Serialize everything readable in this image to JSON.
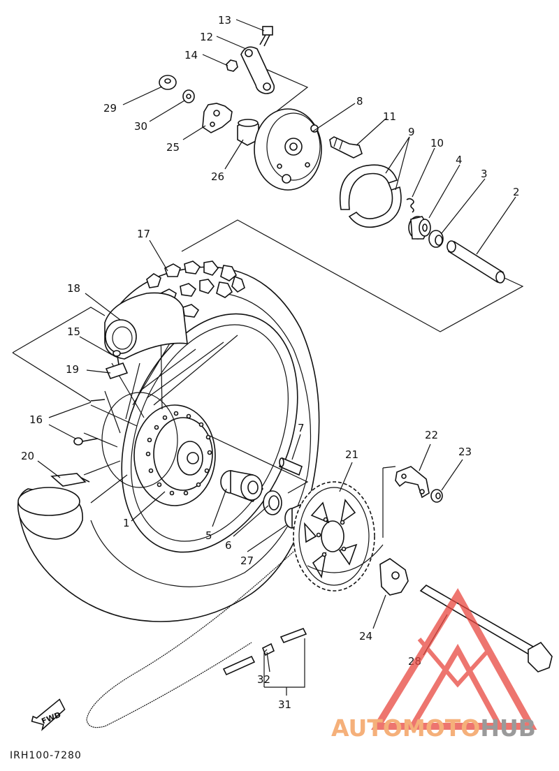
{
  "diagram_code": "IRH100-7280",
  "fwd_label": "FWD",
  "watermark": {
    "part1": "AUTOMOTO",
    "part2": "HUB",
    "color1": "#f5b07a",
    "color2": "#9a9a9a",
    "logo_color": "#e8473f"
  },
  "callouts": [
    "1",
    "2",
    "3",
    "4",
    "5",
    "6",
    "7",
    "8",
    "9",
    "10",
    "11",
    "12",
    "13",
    "14",
    "15",
    "16",
    "17",
    "18",
    "19",
    "20",
    "21",
    "22",
    "23",
    "24",
    "25",
    "26",
    "27",
    "28",
    "29",
    "30",
    "31",
    "32"
  ]
}
